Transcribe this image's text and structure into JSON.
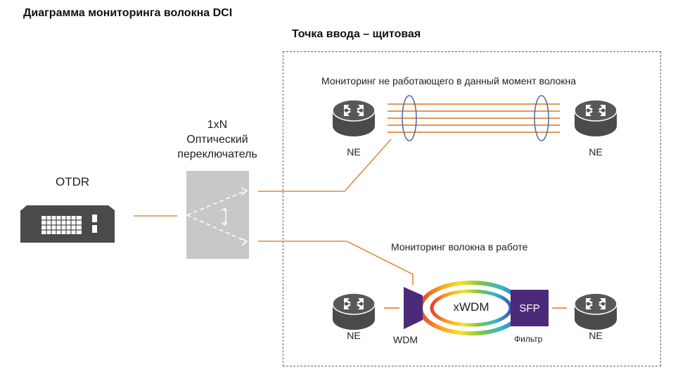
{
  "title": "Диаграмма мониторинга волокна DCI",
  "zone": {
    "title": "Точка ввода – щитовая"
  },
  "otdr": {
    "label": "OTDR",
    "icon": "otdr-device-icon"
  },
  "switch": {
    "label_line1": "1xN",
    "label_line2": "Оптический",
    "label_line3": "переключатель",
    "icon": "optical-switch-icon"
  },
  "dark_fiber": {
    "caption": "Мониторинг не работающего в данный момент волокна",
    "left_ne": "NE",
    "right_ne": "NE",
    "fiber_count": 5
  },
  "lit_fiber": {
    "caption": "Мониторинг волокна в работе",
    "left_ne": "NE",
    "right_ne": "NE",
    "wdm_label": "WDM",
    "ring_label": "xWDM",
    "sfp_label": "SFP",
    "filter_label": "Фильтр"
  },
  "colors": {
    "fiber": "#e08a3c",
    "device_dark": "#4a4a4a",
    "switch_gray": "#c8c8c8",
    "purple": "#4b2a7a",
    "ellipse_blue": "#4a6a9a"
  }
}
